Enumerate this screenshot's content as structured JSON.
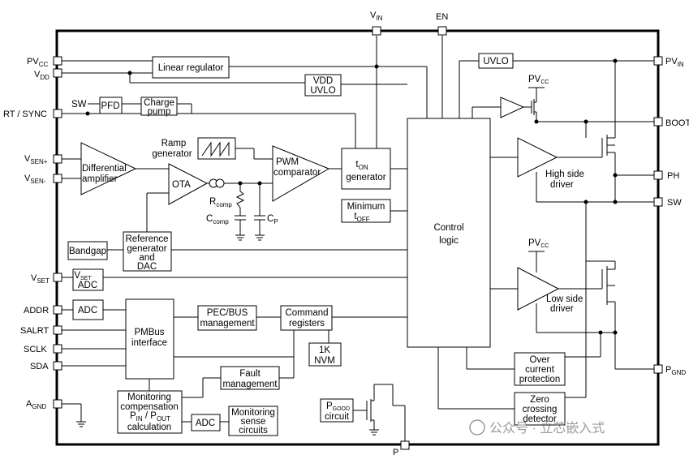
{
  "pins_left": {
    "pvcc": "PV",
    "pvcc_sub": "CC",
    "vdd": "V",
    "vdd_sub": "DD",
    "rt_sync": "RT / SYNC",
    "vsen_p": "V",
    "vsen_p_sub": "SEN+",
    "vsen_n": "V",
    "vsen_n_sub": "SEN-",
    "vset": "V",
    "vset_sub": "SET",
    "addr": "ADDR",
    "salrt": "SALRT",
    "sclk": "SCLK",
    "sda": "SDA",
    "agnd": "A",
    "agnd_sub": "GND"
  },
  "pins_top": {
    "vin": "V",
    "vin_sub": "IN",
    "en": "EN"
  },
  "pins_right": {
    "pvin": "PV",
    "pvin_sub": "IN",
    "boot": "BOOT",
    "ph": "PH",
    "sw": "SW",
    "pgnd": "P",
    "pgnd_sub": "GND"
  },
  "pins_bottom": {
    "p": "P"
  },
  "blocks": {
    "linear_regulator": "Linear regulator",
    "vdd_uvlo_1": "VDD",
    "vdd_uvlo_2": "UVLO",
    "sw_label": "SW",
    "pfd": "PFD",
    "charge_pump_1": "Charge",
    "charge_pump_2": "pump",
    "ramp_gen_1": "Ramp",
    "ramp_gen_2": "generator",
    "diff_amp_1": "Differential",
    "diff_amp_2": "amplifier",
    "ota": "OTA",
    "pwm_comp_1": "PWM",
    "pwm_comp_2": "comparator",
    "ton_gen_1": "t",
    "ton_gen_1_sub": "ON",
    "ton_gen_2": "generator",
    "min_toff_1": "Minimum",
    "min_toff_2": "t",
    "min_toff_2_sub": "OFF",
    "rcomp": "R",
    "rcomp_sub": "comp",
    "ccomp": "C",
    "ccomp_sub": "comp",
    "cp": "C",
    "cp_sub": "P",
    "bandgap": "Bandgap",
    "ref_gen_1": "Reference",
    "ref_gen_2": "generator",
    "ref_gen_3": "and",
    "ref_gen_4": "DAC",
    "vset_adc_1": "V",
    "vset_adc_1_sub": "SET",
    "vset_adc_2": "ADC",
    "adc": "ADC",
    "pmbus_1": "PMBus",
    "pmbus_2": "interface",
    "pec_1": "PEC/BUS",
    "pec_2": "management",
    "cmd_1": "Command",
    "cmd_2": "registers",
    "nvm_1": "1K",
    "nvm_2": "NVM",
    "fault_1": "Fault",
    "fault_2": "management",
    "mon_comp_1": "Monitoring",
    "mon_comp_2": "compensation",
    "mon_comp_3a": "P",
    "mon_comp_3a_sub": "IN",
    "mon_comp_3b": " / P",
    "mon_comp_3b_sub": "OUT",
    "mon_comp_4": "calculation",
    "adc2": "ADC",
    "mon_sense_1": "Monitoring",
    "mon_sense_2": "sense",
    "mon_sense_3": "circuits",
    "pgood_1": "P",
    "pgood_1_sub": "GOOD",
    "pgood_2": "circuit",
    "control_1": "Control",
    "control_2": "logic",
    "uvlo": "UVLO",
    "pvcc_hs": "PV",
    "pvcc_hs_sub": "CC",
    "pvcc_ls": "PV",
    "pvcc_ls_sub": "CC",
    "hs_driver_1": "High side",
    "hs_driver_2": "driver",
    "ls_driver_1": "Low side",
    "ls_driver_2": "driver",
    "ocp_1": "Over",
    "ocp_2": "current",
    "ocp_3": "protection",
    "zc_1": "Zero",
    "zc_2": "crossing",
    "zc_3": "detector"
  },
  "watermark": "公众号 · 立芯嵌入式"
}
